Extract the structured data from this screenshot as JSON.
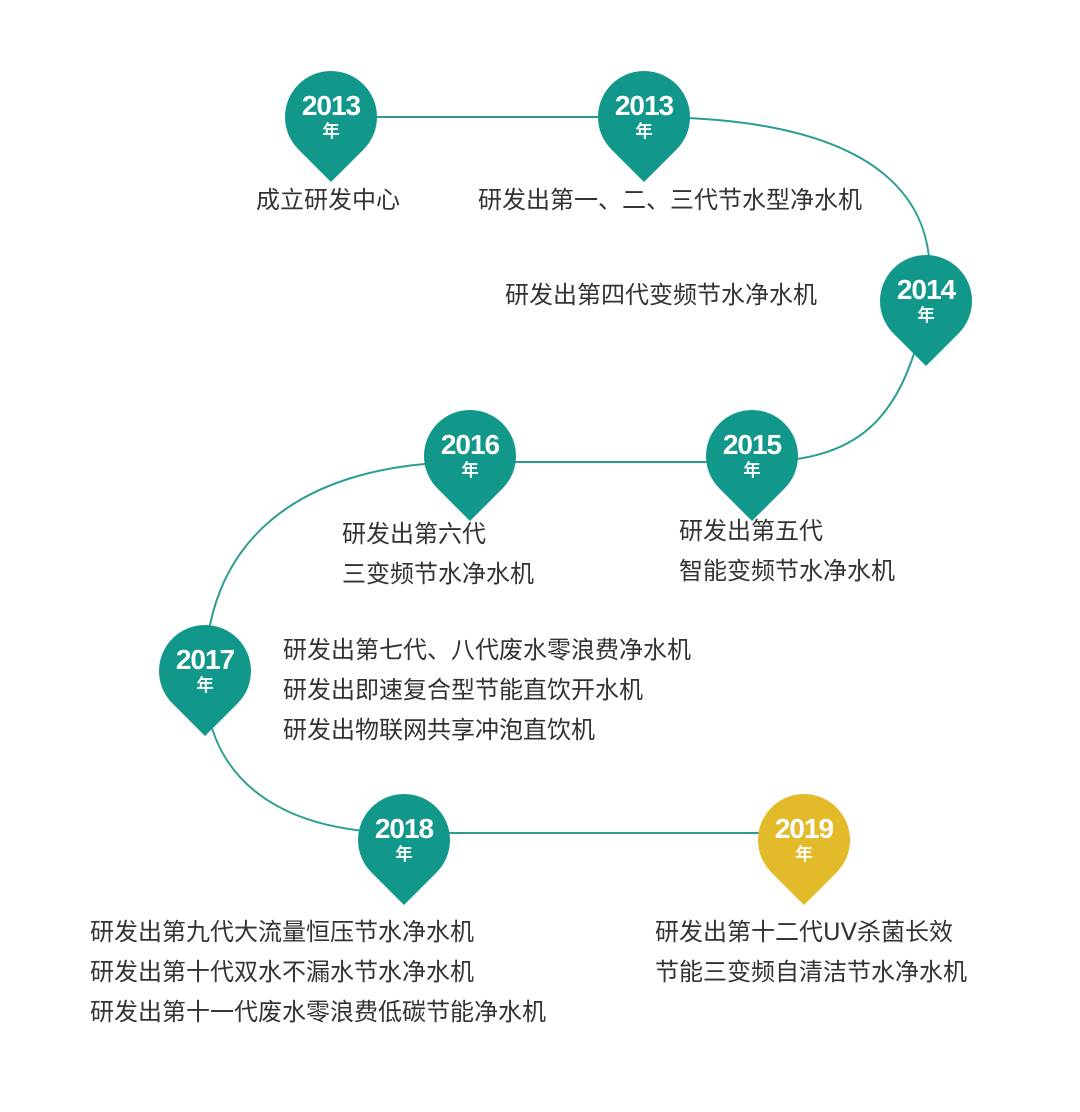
{
  "colors": {
    "teal": "#12978B",
    "gold": "#E2BA2A",
    "line": "#2A9D93",
    "text": "#333333"
  },
  "milestones": [
    {
      "year": "2013",
      "unit": "年",
      "color": "teal",
      "lines": [
        "成立研发中心"
      ]
    },
    {
      "year": "2013",
      "unit": "年",
      "color": "teal",
      "lines": [
        "研发出第一、二、三代节水型净水机"
      ]
    },
    {
      "year": "2014",
      "unit": "年",
      "color": "teal",
      "lines": [
        "研发出第四代变频节水净水机"
      ]
    },
    {
      "year": "2015",
      "unit": "年",
      "color": "teal",
      "lines": [
        "研发出第五代",
        "智能变频节水净水机"
      ]
    },
    {
      "year": "2016",
      "unit": "年",
      "color": "teal",
      "lines": [
        "研发出第六代",
        "三变频节水净水机"
      ]
    },
    {
      "year": "2017",
      "unit": "年",
      "color": "teal",
      "lines": [
        "研发出第七代、八代废水零浪费净水机",
        "研发出即速复合型节能直饮开水机",
        "研发出物联网共享冲泡直饮机"
      ]
    },
    {
      "year": "2018",
      "unit": "年",
      "color": "teal",
      "lines": [
        "研发出第九代大流量恒压节水净水机",
        "研发出第十代双水不漏水节水净水机",
        "研发出第十一代废水零浪费低碳节能净水机"
      ]
    },
    {
      "year": "2019",
      "unit": "年",
      "color": "gold",
      "lines": [
        "研发出第十二代UV杀菌长效",
        "节能三变频自清洁节水净水机"
      ]
    }
  ]
}
